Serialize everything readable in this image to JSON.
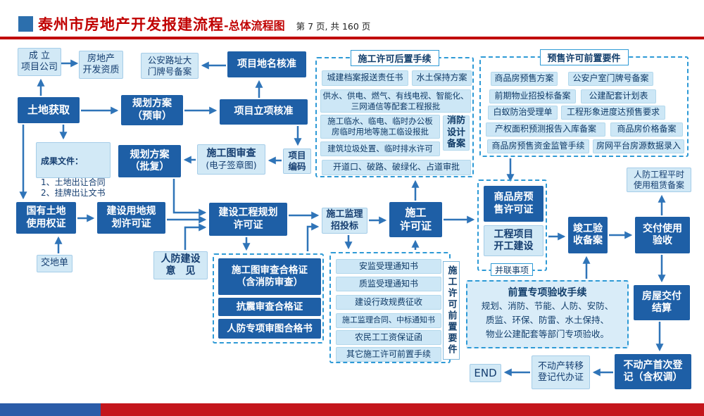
{
  "header": {
    "title": "泰州市房地产开发报建流程",
    "subtitle": "-总体流程图",
    "page_info": "第 7 页, 共 160 页"
  },
  "colors": {
    "title_red": "#c00000",
    "header_square": "#2c6fad",
    "dark_box": "#1e5fa6",
    "light_box_bg": "#d2e9f6",
    "light_box_border": "#a5cde8",
    "dashed_border": "#2e9ad6",
    "arrow": "#2f74b8",
    "navy_text": "#153e70",
    "footer_blue": "#2b5ca8",
    "footer_red": "#c4161c"
  },
  "nodes": {
    "company_setup": "成 立\n项目公司",
    "dev_qualification": "房地产\n开发资质",
    "police_address": "公安路址大\n门牌号备案",
    "name_approval": "项目地名核准",
    "land_acquisition": "土地获取",
    "plan_preliminary": "规划方案\n（预审）",
    "project_initiation": "项目立项核准",
    "outcome_docs": {
      "title": "成果文件：",
      "lines": "1、土地出让合同\n2、挂牌出让文书"
    },
    "plan_approval": "规划方案\n（批复）",
    "drawing_review": {
      "title": "施工图审查",
      "sub": "(电子签章图)"
    },
    "project_code": "项目\n编码",
    "land_use_cert": "国有土地\n使用权证",
    "land_planning_permit": "建设用地规\n划许可证",
    "land_delivery": "交地单",
    "construction_planning_permit": "建设工程规划\n许可证",
    "civil_defense_opinion": "人防建设\n意　见",
    "supervision_bidding": "施工监理\n招投标",
    "construction_permit": "施工\n许可证",
    "fire_design_filing": "消防\n设计\n备案",
    "permit_pre_vertical": "施工许可前置要件",
    "presale_permit": "商品房预\n售许可证",
    "project_start": "工程项目\n开工建设",
    "parallel_label": "并联事项",
    "completion_filing": "竣工验\n收备案",
    "delivery_acceptance": "交付使用\n验收",
    "civil_defense_lease": "人防工程平时\n使用租赁备案",
    "house_settlement": "房屋交付\n结算",
    "first_registration": "不动产首次登\n记（含权调）",
    "transfer_registration": "不动产转移\n登记代办证",
    "end_label": "END"
  },
  "groups": {
    "post_permit": {
      "title": "施工许可后置手续",
      "items": [
        "城建档案报送责任书",
        "水土保持方案",
        "供水、供电、燃气、有线电视、智能化、\n三网通信等配套工程报批",
        "施工临水、临电、临时办公板\n房临时用地等施工临设报批",
        "建筑垃圾处置、临时排水许可",
        "开道口、破路、破绿化、占道审批"
      ]
    },
    "presale_pre": {
      "title": "预售许可前置要件",
      "items": [
        "商品房预售方案",
        "公安户室门牌号备案",
        "前期物业招投标备案",
        "公建配套计划表",
        "白蚁防治受理单",
        "工程形象进度达预售要求",
        "产权面积预测报告入库备案",
        "商品房价格备案",
        "商品房预售资金监管手续",
        "房网平台房源数据录入"
      ]
    },
    "permit_pre": {
      "items": [
        "安监受理通知书",
        "质监受理通知书",
        "建设行政规费征收",
        "施工监理合同、中标通知书",
        "农民工工资保证函",
        "其它施工许可前置手续"
      ]
    },
    "certificates": {
      "items": [
        "施工图审查合格证\n（含消防审查）",
        "抗震审查合格证",
        "人防专项审图合格书"
      ]
    },
    "pre_acceptance": {
      "title": "前置专项验收手续",
      "body": "规划、消防、节能、人防、安防、\n质监、环保、防雷、水土保持、\n物业公建配套等部门专项验收。"
    }
  }
}
